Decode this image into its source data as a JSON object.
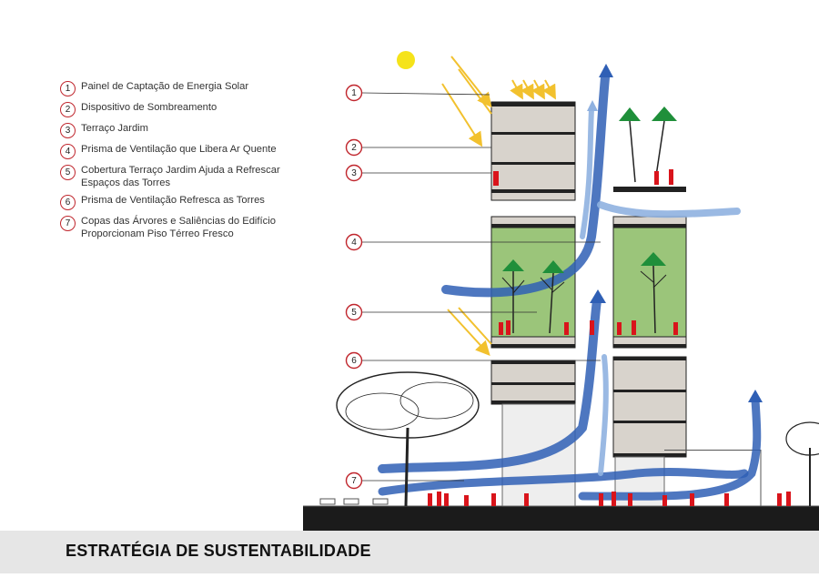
{
  "legend": [
    {
      "num": "1",
      "text": "Painel de Captação de Energia Solar"
    },
    {
      "num": "2",
      "text": "Dispositivo de Sombreamento"
    },
    {
      "num": "3",
      "text": "Terraço Jardim"
    },
    {
      "num": "4",
      "text": "Prisma de Ventilação que Libera Ar Quente"
    },
    {
      "num": "5",
      "text": "Cobertura Terraço Jardim Ajuda a Refrescar Espaços das Torres"
    },
    {
      "num": "6",
      "text": "Prisma de Ventilação Refresca as Torres"
    },
    {
      "num": "7",
      "text": "Copas das Árvores e Saliências do Edifício Proporcionam Piso Térreo Fresco"
    }
  ],
  "callouts": [
    "1",
    "2",
    "3",
    "4",
    "5",
    "6",
    "7"
  ],
  "footer": {
    "title": "ESTRATÉGIA DE SUSTENTABILIDADE"
  },
  "colors": {
    "sun": "#f5e31a",
    "sun_ray": "#f2c12e",
    "airflow": "#2f5fb5",
    "airflow_light": "#8fb1e0",
    "facade_panel": "#d8d3cc",
    "green_prism": "#9bc57a",
    "tree_canopy": "#1f8f3a",
    "people": "#d9141b",
    "callout_ring": "#c0262d",
    "ground": "#1b1b1b",
    "footer_bg": "#e6e6e6"
  }
}
